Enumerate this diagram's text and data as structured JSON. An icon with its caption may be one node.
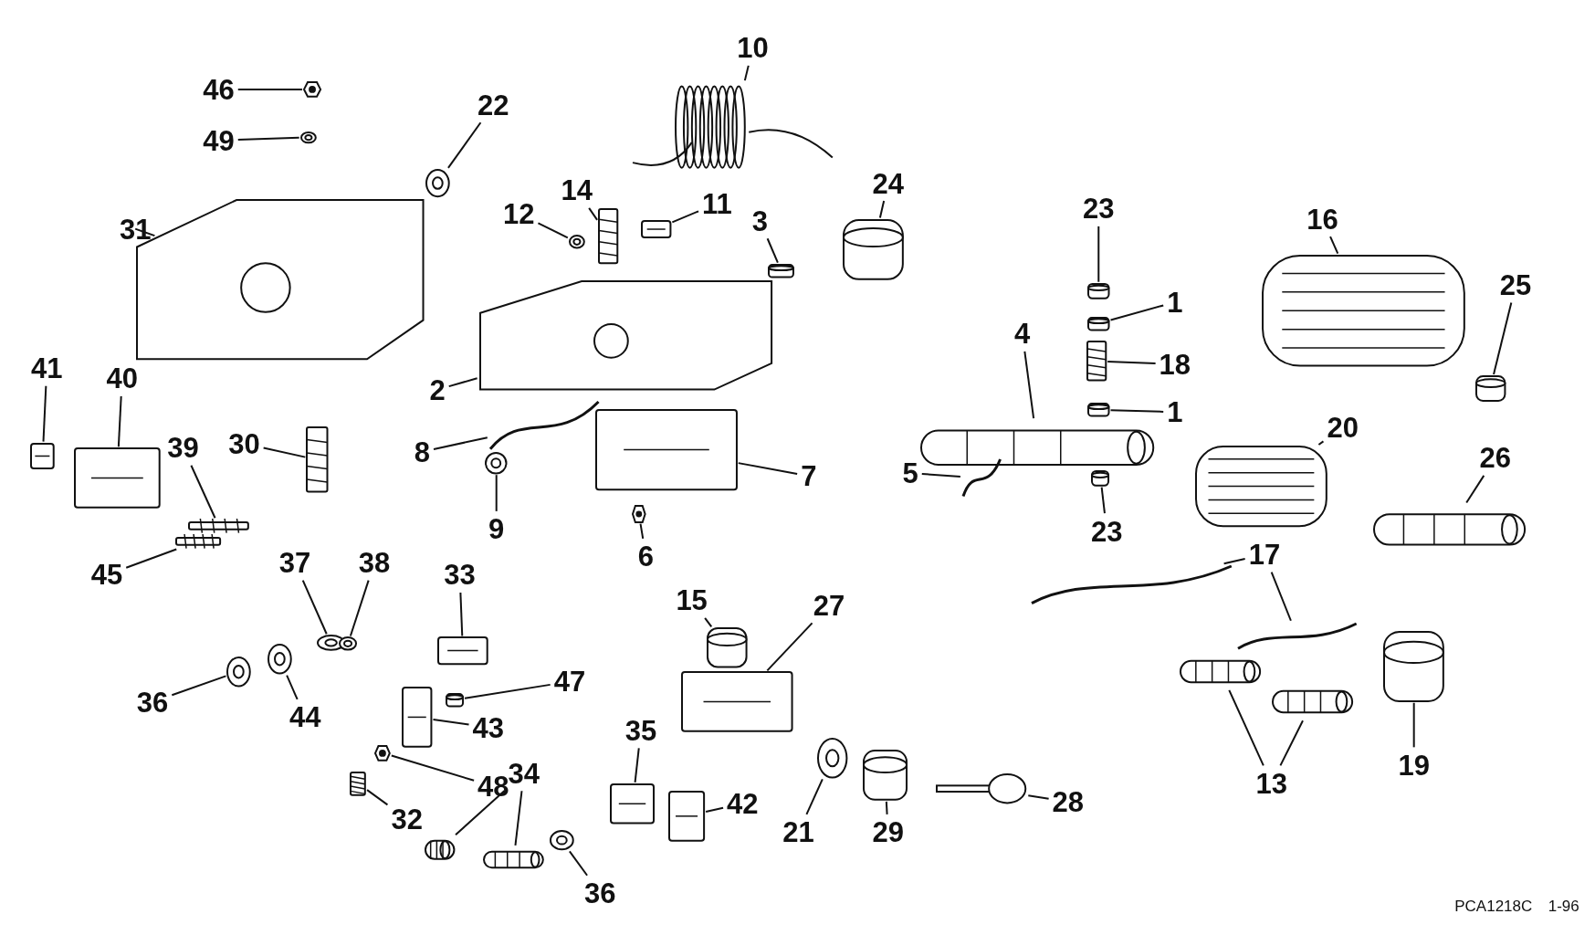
{
  "diagram": {
    "nodes": [
      {
        "text": [
          "46"
        ]
      },
      {
        "text": [],
        "shape": "picture"
      },
      {
        "text": [
          "49"
        ]
      },
      {
        "text": [],
        "shape": "picture"
      },
      {
        "text": [
          "22"
        ]
      },
      {
        "text": [],
        "shape": "picture"
      },
      {
        "text": [
          "10"
        ]
      },
      {
        "text": [],
        "shape": "picture"
      },
      {
        "text": [
          "14"
        ]
      },
      {
        "text": [],
        "shape": "picture"
      },
      {
        "text": [
          "12"
        ]
      },
      {
        "text": [],
        "shape": "picture"
      },
      {
        "text": [
          "11"
        ]
      },
      {
        "text": [],
        "shape": "picture"
      },
      {
        "text": [
          "3"
        ]
      },
      {
        "text": [],
        "shape": "picture"
      },
      {
        "text": [
          "24"
        ]
      },
      {
        "text": [],
        "shape": "picture"
      },
      {
        "text": [
          "23"
        ]
      },
      {
        "text": [],
        "shape": "picture"
      },
      {
        "text": [
          "1"
        ]
      },
      {
        "text": [],
        "shape": "picture"
      },
      {
        "text": [
          "18"
        ]
      },
      {
        "text": [],
        "shape": "picture"
      },
      {
        "text": [
          "1"
        ]
      },
      {
        "text": [],
        "shape": "picture"
      },
      {
        "text": [
          "23"
        ]
      },
      {
        "text": [],
        "shape": "picture"
      },
      {
        "text": [
          "16"
        ]
      },
      {
        "text": [],
        "shape": "picture"
      },
      {
        "text": [
          "25"
        ]
      },
      {
        "text": [],
        "shape": "picture"
      },
      {
        "text": [
          "31"
        ]
      },
      {
        "text": [],
        "shape": "picture"
      },
      {
        "text": [
          "2"
        ]
      },
      {
        "text": [],
        "shape": "picture"
      },
      {
        "text": [
          "4"
        ]
      },
      {
        "text": [],
        "shape": "picture"
      },
      {
        "text": [
          "41"
        ]
      },
      {
        "text": [],
        "shape": "picture"
      },
      {
        "text": [
          "40"
        ]
      },
      {
        "text": [],
        "shape": "picture"
      },
      {
        "text": [
          "30"
        ]
      },
      {
        "text": [],
        "shape": "picture"
      },
      {
        "text": [
          "39"
        ]
      },
      {
        "text": [],
        "shape": "picture"
      },
      {
        "text": [
          "8"
        ]
      },
      {
        "text": [],
        "shape": "picture"
      },
      {
        "text": [
          "9"
        ]
      },
      {
        "text": [],
        "shape": "picture"
      },
      {
        "text": [
          "7"
        ]
      },
      {
        "text": [],
        "shape": "picture"
      },
      {
        "text": [
          "5"
        ]
      },
      {
        "text": [],
        "shape": "picture"
      },
      {
        "text": [
          "6"
        ]
      },
      {
        "text": [],
        "shape": "picture"
      },
      {
        "text": [
          "20"
        ]
      },
      {
        "text": [],
        "shape": "picture"
      },
      {
        "text": [
          "26"
        ]
      },
      {
        "text": [],
        "shape": "picture"
      },
      {
        "text": [
          "45"
        ]
      },
      {
        "text": [],
        "shape": "picture"
      },
      {
        "text": [
          "37"
        ]
      },
      {
        "text": [],
        "shape": "picture"
      },
      {
        "text": [
          "38"
        ]
      },
      {
        "text": [],
        "shape": "picture"
      },
      {
        "text": [
          "33"
        ]
      },
      {
        "text": [],
        "shape": "picture"
      },
      {
        "text": [
          "17"
        ]
      },
      {
        "text": [],
        "shape": "picture"
      },
      {
        "text": [],
        "shape": "picture"
      },
      {
        "text": [
          "15"
        ]
      },
      {
        "text": [],
        "shape": "picture"
      },
      {
        "text": [
          "27"
        ]
      },
      {
        "text": [],
        "shape": "picture"
      },
      {
        "text": [
          "47"
        ]
      },
      {
        "text": [],
        "shape": "picture"
      },
      {
        "text": [
          "36"
        ]
      },
      {
        "text": [],
        "shape": "picture"
      },
      {
        "text": [
          "44"
        ]
      },
      {
        "text": [],
        "shape": "picture"
      },
      {
        "text": [
          "43"
        ]
      },
      {
        "text": [],
        "shape": "picture"
      },
      {
        "text": [
          "48"
        ]
      },
      {
        "text": [],
        "shape": "picture"
      },
      {
        "text": [
          "13"
        ]
      },
      {
        "text": [],
        "shape": "picture"
      },
      {
        "text": [],
        "shape": "picture"
      },
      {
        "text": [
          "19"
        ]
      },
      {
        "text": [],
        "shape": "picture"
      },
      {
        "text": [
          "35"
        ]
      },
      {
        "text": [],
        "shape": "picture"
      },
      {
        "text": [
          "42"
        ]
      },
      {
        "text": [],
        "shape": "picture"
      },
      {
        "text": [
          "34"
        ]
      },
      {
        "text": [],
        "shape": "picture"
      },
      {
        "text": [],
        "shape": "picture"
      },
      {
        "text": [
          "32"
        ]
      },
      {
        "text": [],
        "shape": "picture"
      },
      {
        "text": [
          "21"
        ]
      },
      {
        "text": [],
        "shape": "picture"
      },
      {
        "text": [
          "29"
        ]
      },
      {
        "text": [],
        "shape": "picture"
      },
      {
        "text": [
          "28"
        ]
      },
      {
        "text": [],
        "shape": "picture"
      },
      {
        "text": [
          "36"
        ]
      },
      {
        "text": [],
        "shape": "picture"
      }
    ],
    "edges": [
      {
        "from": 0,
        "to": 1,
        "arrow": "none"
      },
      {
        "from": 2,
        "to": 3,
        "arrow": "none"
      },
      {
        "from": 4,
        "to": 5,
        "arrow": "none"
      },
      {
        "from": 6,
        "to": 7,
        "arrow": "none"
      },
      {
        "from": 8,
        "to": 9,
        "arrow": "none"
      },
      {
        "from": 10,
        "to": 11,
        "arrow": "none"
      },
      {
        "from": 12,
        "to": 13,
        "arrow": "none"
      },
      {
        "from": 14,
        "to": 15,
        "arrow": "none"
      },
      {
        "from": 16,
        "to": 17,
        "arrow": "none"
      },
      {
        "from": 18,
        "to": 19,
        "arrow": "none"
      },
      {
        "from": 20,
        "to": 21,
        "arrow": "none"
      },
      {
        "from": 22,
        "to": 23,
        "arrow": "none"
      },
      {
        "from": 24,
        "to": 25,
        "arrow": "none"
      },
      {
        "from": 26,
        "to": 27,
        "arrow": "none"
      },
      {
        "from": 28,
        "to": 29,
        "arrow": "none"
      },
      {
        "from": 30,
        "to": 31,
        "arrow": "none"
      },
      {
        "from": 32,
        "to": 33,
        "arrow": "none"
      },
      {
        "from": 34,
        "to": 35,
        "arrow": "none"
      },
      {
        "from": 36,
        "to": 37,
        "arrow": "none"
      },
      {
        "from": 38,
        "to": 39,
        "arrow": "none"
      },
      {
        "from": 40,
        "to": 41,
        "arrow": "none"
      },
      {
        "from": 42,
        "to": 43,
        "arrow": "none"
      },
      {
        "from": 44,
        "to": 45,
        "arrow": "none"
      },
      {
        "from": 46,
        "to": 47,
        "arrow": "none"
      },
      {
        "from": 48,
        "to": 49,
        "arrow": "none"
      },
      {
        "from": 50,
        "to": 51,
        "arrow": "none"
      },
      {
        "from": 52,
        "to": 53,
        "arrow": "none"
      },
      {
        "from": 54,
        "to": 55,
        "arrow": "none"
      },
      {
        "from": 56,
        "to": 57,
        "arrow": "none"
      },
      {
        "from": 58,
        "to": 59,
        "arrow": "none"
      },
      {
        "from": 60,
        "to": 61,
        "arrow": "none"
      },
      {
        "from": 62,
        "to": 63,
        "arrow": "none"
      },
      {
        "from": 64,
        "to": 65,
        "arrow": "none"
      },
      {
        "from": 66,
        "to": 67,
        "arrow": "none"
      },
      {
        "from": 68,
        "to": 69,
        "arrow": "none"
      },
      {
        "from": 68,
        "to": 70,
        "arrow": "none"
      },
      {
        "from": 71,
        "to": 72,
        "arrow": "none"
      },
      {
        "from": 73,
        "to": 74,
        "arrow": "none"
      },
      {
        "from": 75,
        "to": 76,
        "arrow": "none"
      },
      {
        "from": 77,
        "to": 78,
        "arrow": "none"
      },
      {
        "from": 79,
        "to": 80,
        "arrow": "none"
      },
      {
        "from": 81,
        "to": 82,
        "arrow": "none"
      },
      {
        "from": 83,
        "to": 84,
        "arrow": "none"
      },
      {
        "from": 85,
        "to": 86,
        "arrow": "none"
      },
      {
        "from": 85,
        "to": 87,
        "arrow": "none"
      },
      {
        "from": 88,
        "to": 89,
        "arrow": "none"
      },
      {
        "from": 90,
        "to": 91,
        "arrow": "none"
      },
      {
        "from": 92,
        "to": 93,
        "arrow": "none"
      },
      {
        "from": 94,
        "to": 95,
        "arrow": "none"
      },
      {
        "from": 94,
        "to": 96,
        "arrow": "none"
      },
      {
        "from": 97,
        "to": 98,
        "arrow": "none"
      },
      {
        "from": 99,
        "to": 100,
        "arrow": "none"
      },
      {
        "from": 101,
        "to": 102,
        "arrow": "none"
      },
      {
        "from": 103,
        "to": 104,
        "arrow": "none"
      },
      {
        "from": 105,
        "to": 106,
        "arrow": "none"
      }
    ],
    "labels": [
      "PCA1218C",
      "1-96"
    ]
  }
}
